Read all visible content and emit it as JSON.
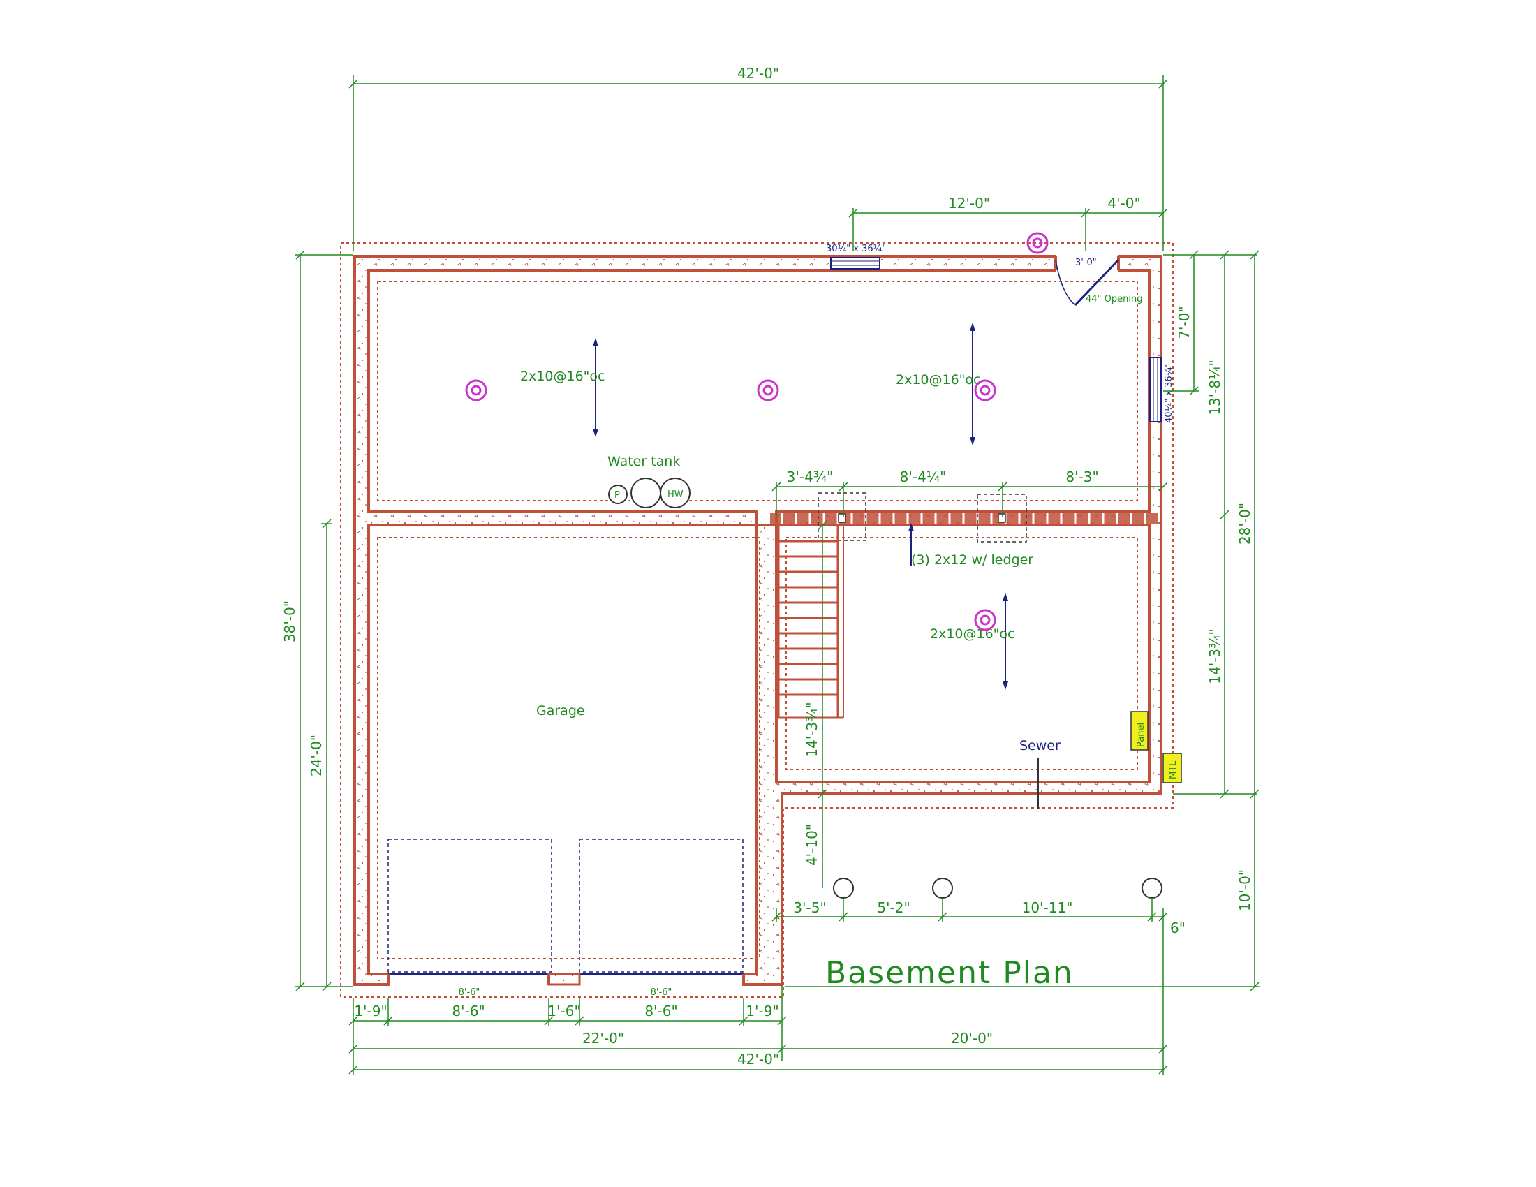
{
  "drawing": {
    "title": "Basement Plan",
    "colors": {
      "wall": "#c0503a",
      "dimension": "#1f8a1f",
      "joist_arrow": "#1a237e",
      "light": "#cc33cc",
      "panel": "#f2ef1e"
    }
  },
  "dimensions": {
    "top_overall": "42'-0\"",
    "top_12": "12'-0\"",
    "top_4": "4'-0\"",
    "left_overall": "38'-0\"",
    "left_24": "24'-0\"",
    "right_28": "28'-0\"",
    "right_13": "13'-8¼\"",
    "right_7": "7'-0\"",
    "right_14": "14'-3¾\"",
    "right_10": "10'-0\"",
    "beam_a": "3'-4¾\"",
    "beam_b": "8'-4¼\"",
    "beam_c": "8'-3\"",
    "stair_14": "14'-3¾\"",
    "stair_4": "4'-10\"",
    "post_a": "3'-5\"",
    "post_b": "5'-2\"",
    "post_c": "10'-11\"",
    "post_d": "6\"",
    "bottom_1": "1'-9\"",
    "bottom_2": "8'-6\"",
    "bottom_3": "1'-6\"",
    "bottom_4": "8'-6\"",
    "bottom_5": "1'-9\"",
    "bottom_22": "22'-0\"",
    "bottom_20": "20'-0\"",
    "bottom_overall": "42'-0\"",
    "door_1": "8'-6\"",
    "door_2": "8'-6\""
  },
  "labels": {
    "joist_1": "2x10@16\"oc",
    "joist_2": "2x10@16\"oc",
    "joist_3": "2x10@16\"oc",
    "water_tank": "Water tank",
    "hw": "HW",
    "p": "P",
    "beam": "(3) 2x12 w/ ledger",
    "garage": "Garage",
    "sewer": "Sewer",
    "panel": "Panel",
    "meter": "MTL",
    "window_top": "30¼\" x 36¼\"",
    "window_right": "40¼\" x 36¼\"",
    "door_width": "3'-0\"",
    "opening": "44\" Opening"
  }
}
